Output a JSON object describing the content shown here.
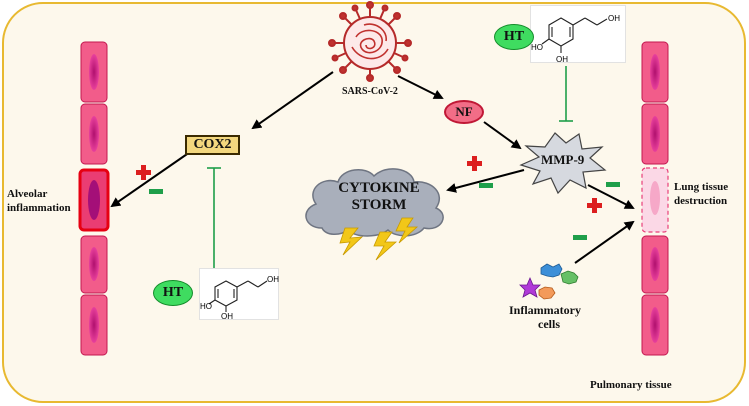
{
  "labels": {
    "sars": "SARS-CoV-2",
    "cox2": "COX2",
    "nf": "NF",
    "mmp9": "MMP-9",
    "cytokine_line1": "CYTOKINE",
    "cytokine_line2": "STORM",
    "ht_top": "HT",
    "ht_bottom": "HT",
    "alveolar_line1": "Alveolar",
    "alveolar_line2": "inflammation",
    "lung_line1": "Lung tissue",
    "lung_line2": "destruction",
    "inflam_line1": "Inflammatory",
    "inflam_line2": "cells",
    "pulmonary": "Pulmonary tissue",
    "mol_oh": "OH",
    "mol_ho": "HO"
  },
  "colors": {
    "background": "#fdf8ec",
    "frame": "#e8b931",
    "cell_wall": "#f25c8a",
    "nucleus": "#d51f86",
    "activate": "#dc1f1f",
    "inhibit": "#1f9f4a",
    "cox2_fill": "#f3d77e",
    "ht_fill": "#3fdc60",
    "nf_fill": "#f26d87",
    "cloud": "#a9afbb",
    "lightning": "#f2c718"
  },
  "icons": [
    "virus-icon",
    "burst-icon",
    "cloud-icon",
    "lightning-icon",
    "molecule-icon",
    "plus-sign-icon",
    "minus-sign-icon",
    "inhibition-bar-icon"
  ]
}
